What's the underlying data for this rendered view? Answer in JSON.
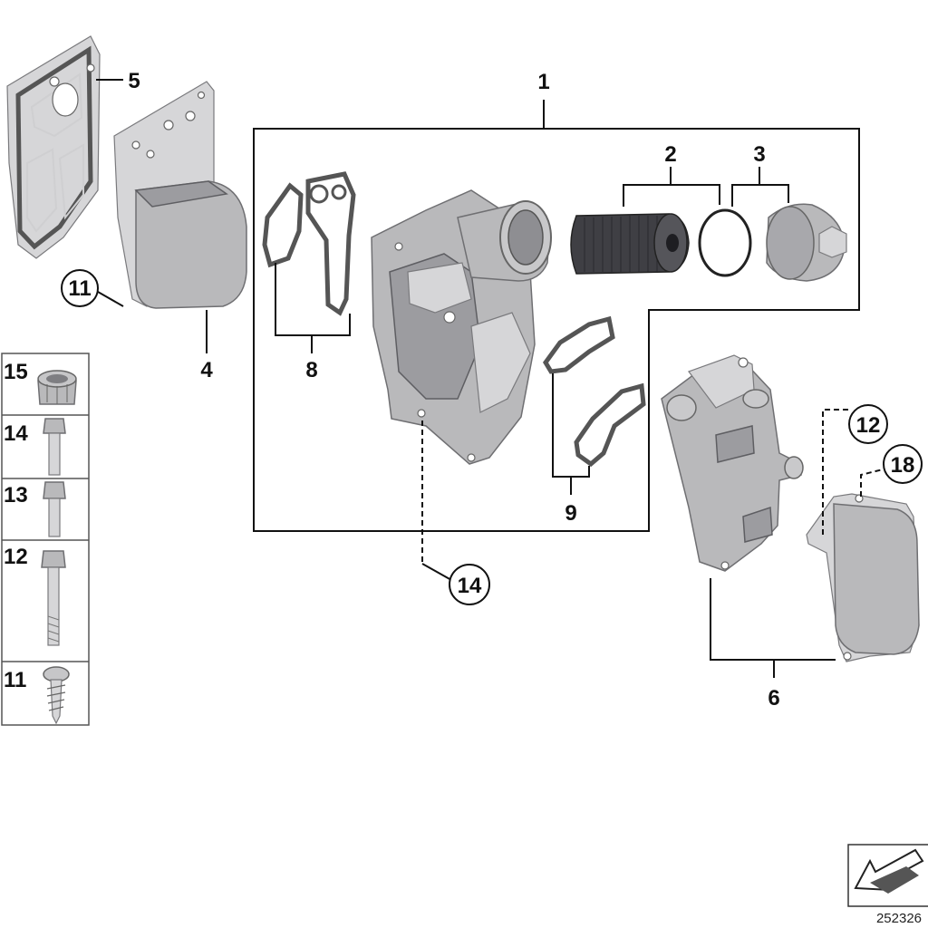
{
  "diagram": {
    "callouts": {
      "c1": "1",
      "c2": "2",
      "c3": "3",
      "c4": "4",
      "c5": "5",
      "c6": "6",
      "c8": "8",
      "c9": "9",
      "c11": "11",
      "c12": "12",
      "c14": "14",
      "c18": "18"
    },
    "side_panel": [
      "15",
      "14",
      "13",
      "12",
      "11"
    ],
    "reference_number": "252326"
  }
}
